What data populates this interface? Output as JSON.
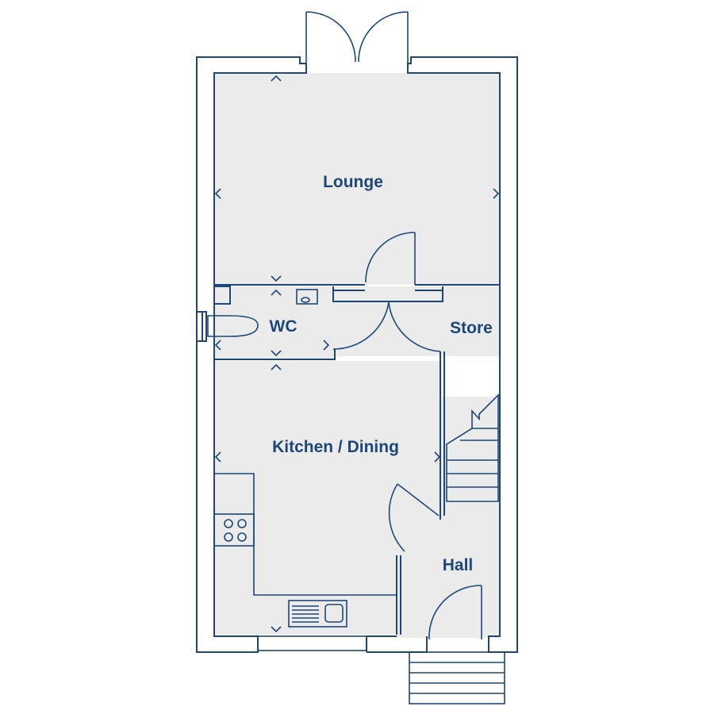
{
  "plan": {
    "rooms": [
      {
        "id": "lounge",
        "label": "Lounge"
      },
      {
        "id": "wc",
        "label": "WC"
      },
      {
        "id": "store",
        "label": "Store"
      },
      {
        "id": "kitchen-dining",
        "label": "Kitchen / Dining"
      },
      {
        "id": "hall",
        "label": "Hall"
      }
    ]
  },
  "colors": {
    "line": "#1d4679",
    "floor": "#ebebeb",
    "background": "#ffffff"
  }
}
